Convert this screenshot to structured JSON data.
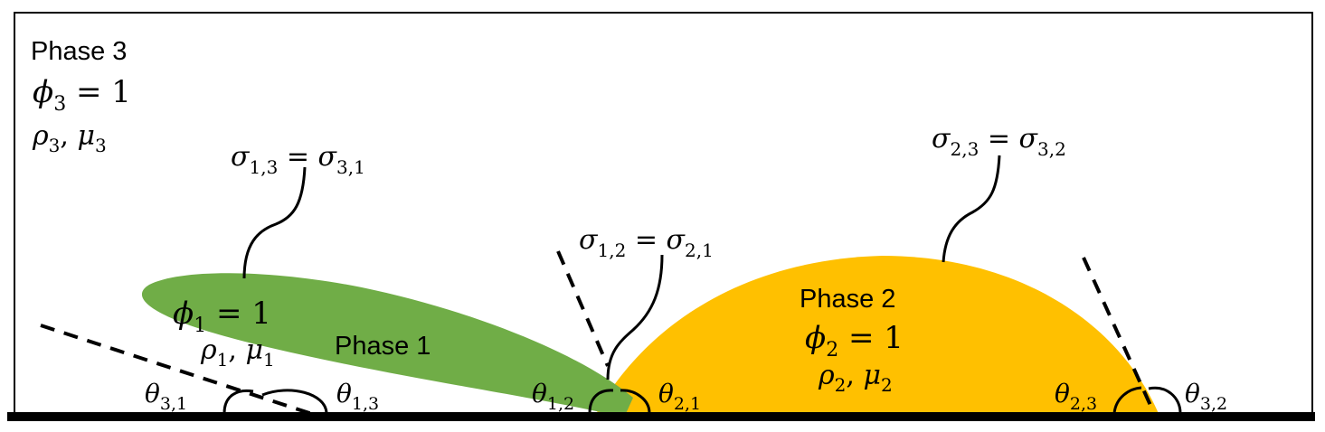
{
  "colors": {
    "phase1": "#70ad47",
    "phase2": "#ffc000",
    "line": "#000000",
    "background": "#ffffff"
  },
  "phase3": {
    "name": "Phase 3",
    "fraction": {
      "sym": "ϕ",
      "sub": "3",
      "rest": " = 1"
    },
    "props": [
      {
        "sym": "ρ",
        "sub": "3"
      },
      {
        "sym": "μ",
        "sub": "3"
      }
    ]
  },
  "phase1": {
    "name": "Phase 1",
    "fraction": {
      "sym": "ϕ",
      "sub": "1",
      "rest": " = 1"
    },
    "props": [
      {
        "sym": "ρ",
        "sub": "1"
      },
      {
        "sym": "μ",
        "sub": "1"
      }
    ]
  },
  "phase2": {
    "name": "Phase 2",
    "fraction": {
      "sym": "ϕ",
      "sub": "2",
      "rest": " = 1"
    },
    "props": [
      {
        "sym": "ρ",
        "sub": "2"
      },
      {
        "sym": "μ",
        "sub": "2"
      }
    ]
  },
  "tensions": {
    "s13": {
      "a": "σ",
      "asub": "1,3",
      "eq": " = ",
      "b": "σ",
      "bsub": "3,1"
    },
    "s12": {
      "a": "σ",
      "asub": "1,2",
      "eq": " = ",
      "b": "σ",
      "bsub": "2,1"
    },
    "s23": {
      "a": "σ",
      "asub": "2,3",
      "eq": " = ",
      "b": "σ",
      "bsub": "3,2"
    }
  },
  "angles": {
    "t31": {
      "sym": "θ",
      "sub": "3,1"
    },
    "t13": {
      "sym": "θ",
      "sub": "1,3"
    },
    "t12": {
      "sym": "θ",
      "sub": "1,2"
    },
    "t21": {
      "sym": "θ",
      "sub": "2,1"
    },
    "t23": {
      "sym": "θ",
      "sub": "2,3"
    },
    "t32": {
      "sym": "θ",
      "sub": "3,2"
    }
  }
}
